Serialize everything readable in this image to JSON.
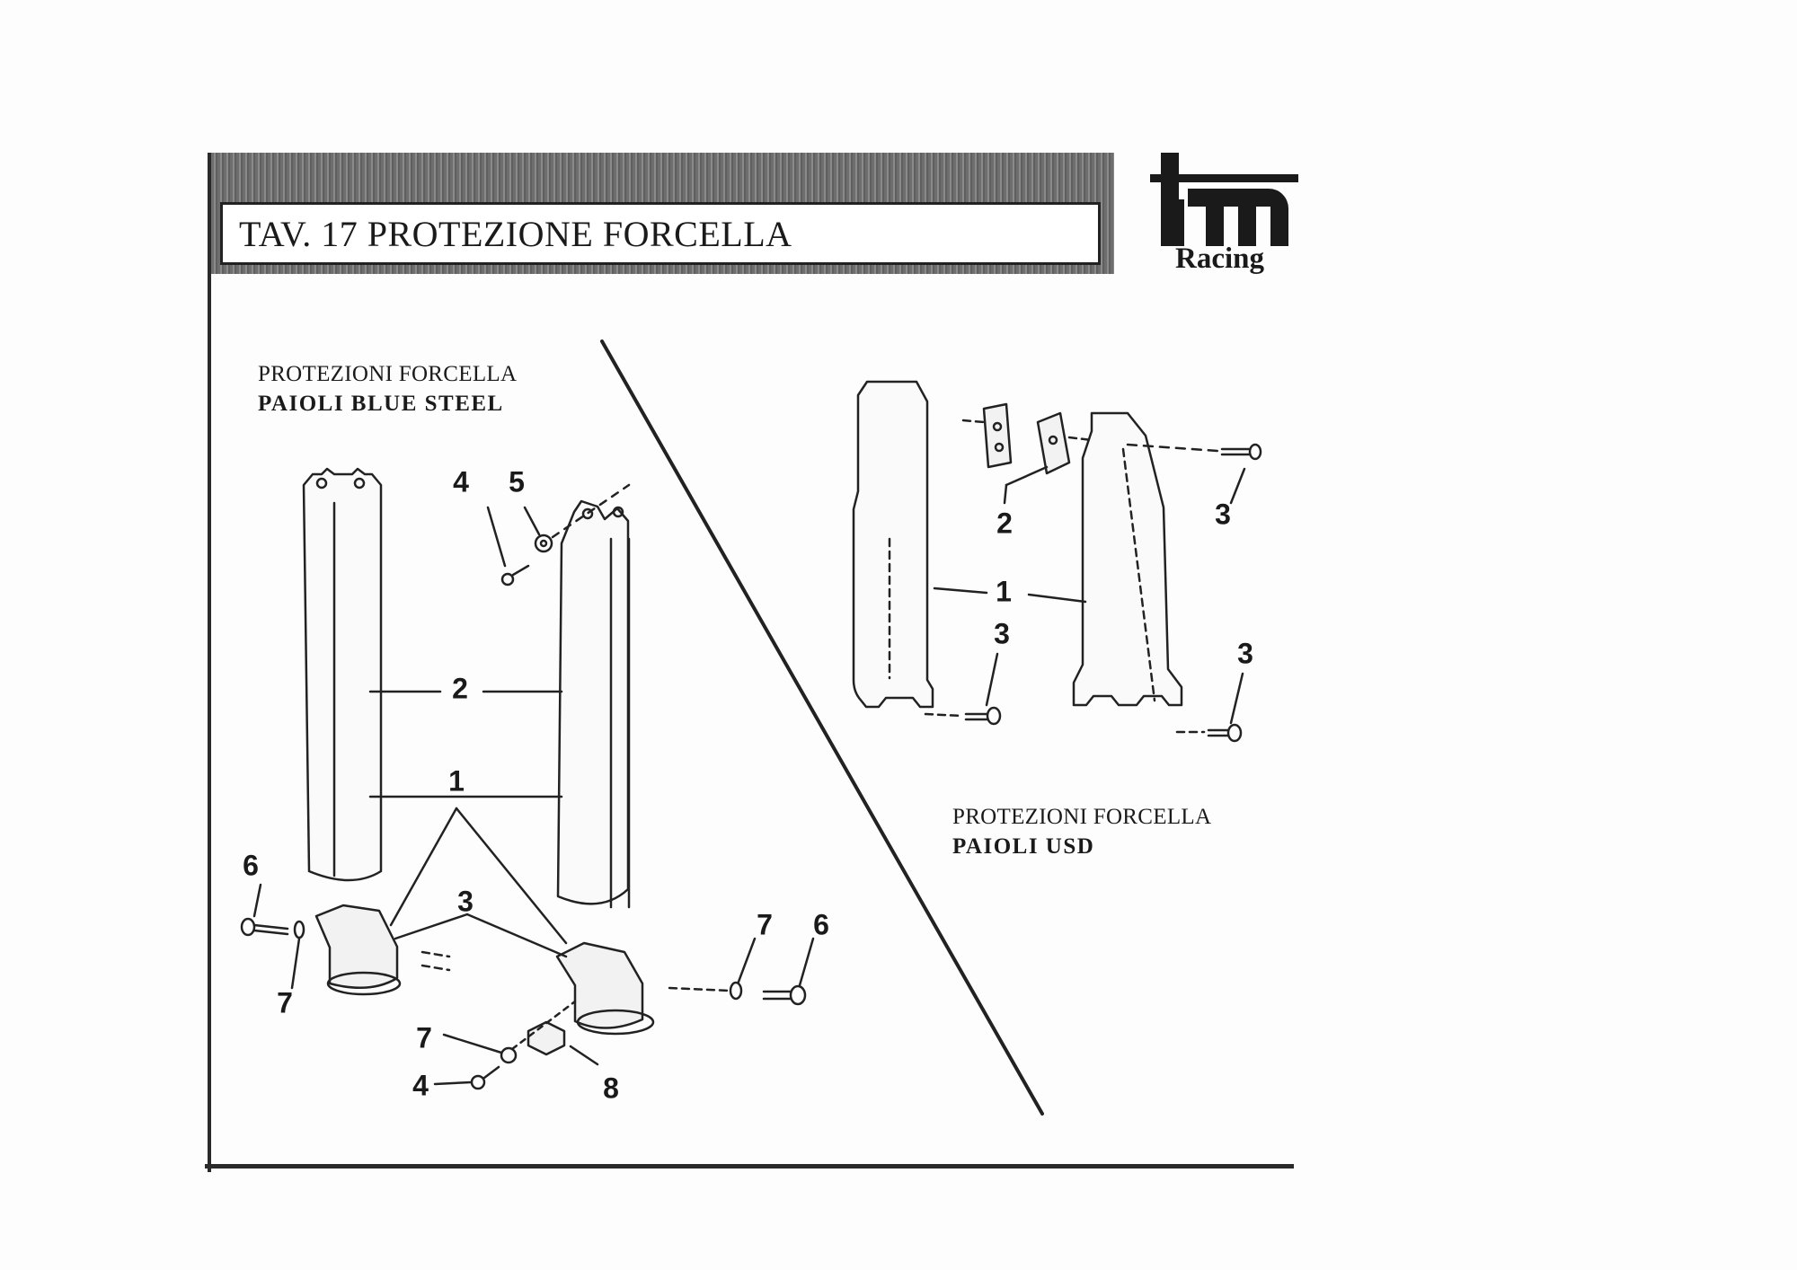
{
  "header": {
    "title": "TAV. 17 PROTEZIONE FORCELLA"
  },
  "logo": {
    "mark": "tm",
    "subtitle": "Racing"
  },
  "sections": {
    "left": {
      "line1": "PROTEZIONI FORCELLA",
      "line2": "PAIOLI BLUE STEEL"
    },
    "right": {
      "line1": "PROTEZIONI FORCELLA",
      "line2": "PAIOLI USD"
    }
  },
  "callouts": {
    "left": [
      "4",
      "5",
      "2",
      "1",
      "6",
      "3",
      "7",
      "7",
      "6",
      "7",
      "4",
      "8"
    ],
    "right": [
      "2",
      "3",
      "1",
      "3",
      "3"
    ]
  }
}
